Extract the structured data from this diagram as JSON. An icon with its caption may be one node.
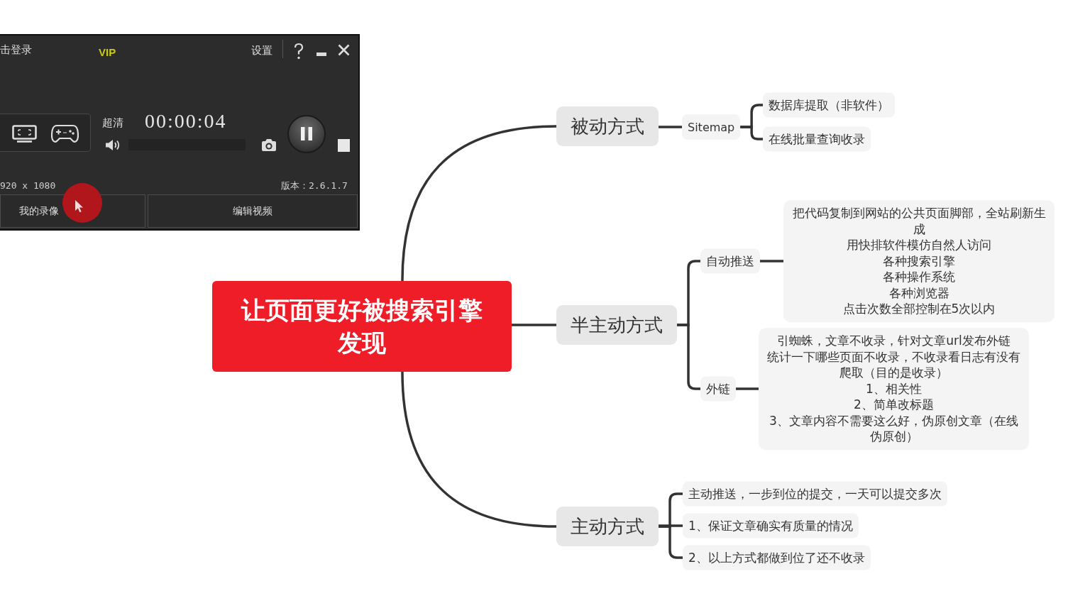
{
  "diagram": {
    "nodes": [
      {
        "text": [
          "让页面更好被搜索引擎发现"
        ]
      },
      {
        "text": [
          "被动方式"
        ]
      },
      {
        "text": [
          "Sitemap"
        ]
      },
      {
        "text": [
          "数据库提取（非软件）"
        ]
      },
      {
        "text": [
          "在线批量查询收录"
        ]
      },
      {
        "text": [
          "半主动方式"
        ]
      },
      {
        "text": [
          "自动推送"
        ]
      },
      {
        "text": [
          "把代码复制到网站的公共页面脚部，全站刷新生成",
          "用快排软件模仿自然人访问",
          "各种搜索引擎",
          "各种操作系统",
          "各种浏览器",
          "点击次数全部控制在5次以内"
        ]
      },
      {
        "text": [
          "外链"
        ]
      },
      {
        "text": [
          "引蜘蛛，文章不收录，针对文章url发布外链",
          "统计一下哪些页面不收录，不收录看日志有没有爬取（目的是收录）",
          "1、相关性",
          "2、简单改标题",
          "3、文章内容不需要这么好，伪原创文章（在线伪原创）"
        ]
      },
      {
        "text": [
          "主动方式"
        ]
      },
      {
        "text": [
          "主动推送，一步到位的提交，一天可以提交多次"
        ]
      },
      {
        "text": [
          "1、保证文章确实有质量的情况"
        ]
      },
      {
        "text": [
          "2、以上方式都做到位了还不收录"
        ]
      }
    ],
    "edges": [
      {
        "from": 0,
        "to": 1,
        "arrow": "none"
      },
      {
        "from": 0,
        "to": 5,
        "arrow": "none"
      },
      {
        "from": 0,
        "to": 10,
        "arrow": "none"
      },
      {
        "from": 1,
        "to": 2,
        "arrow": "none"
      },
      {
        "from": 2,
        "to": 3,
        "arrow": "none"
      },
      {
        "from": 2,
        "to": 4,
        "arrow": "none"
      },
      {
        "from": 5,
        "to": 6,
        "arrow": "none"
      },
      {
        "from": 5,
        "to": 8,
        "arrow": "none"
      },
      {
        "from": 6,
        "to": 7,
        "arrow": "none"
      },
      {
        "from": 8,
        "to": 9,
        "arrow": "none"
      },
      {
        "from": 10,
        "to": 11,
        "arrow": "none"
      },
      {
        "from": 10,
        "to": 12,
        "arrow": "none"
      },
      {
        "from": 10,
        "to": 13,
        "arrow": "none"
      }
    ],
    "labels": [
      "击登录",
      "VIP",
      "设置",
      "超清",
      "00:00:04",
      "920 x 1080",
      "版本：2.6.1.7",
      "我的录像",
      "编辑视频"
    ]
  }
}
